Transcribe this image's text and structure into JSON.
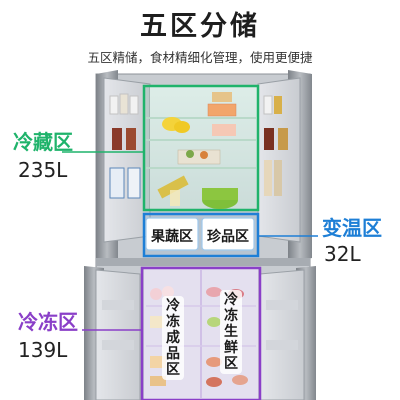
{
  "header": {
    "title": "五区分储",
    "subtitle": "五区精储，食材精细化管理，使用更便捷"
  },
  "zones": {
    "fridge": {
      "name": "冷藏区",
      "capacity": "235L",
      "color": "#1fb36b"
    },
    "convert": {
      "name": "变温区",
      "capacity": "32L",
      "color": "#1e7fd6"
    },
    "freezer": {
      "name": "冷冻区",
      "capacity": "139L",
      "color": "#8a3fc8"
    }
  },
  "drawers": {
    "fruit_veg": "果蔬区",
    "treasure": "珍品区"
  },
  "freezer_bins": {
    "finished": "冷冻成品区",
    "fresh": "冷冻生鲜区"
  },
  "colors": {
    "fridge_green": "#1fb36b",
    "convert_blue": "#1e7fd6",
    "freezer_purple": "#8a3fc8",
    "body_gray": "#9aa0a6"
  }
}
